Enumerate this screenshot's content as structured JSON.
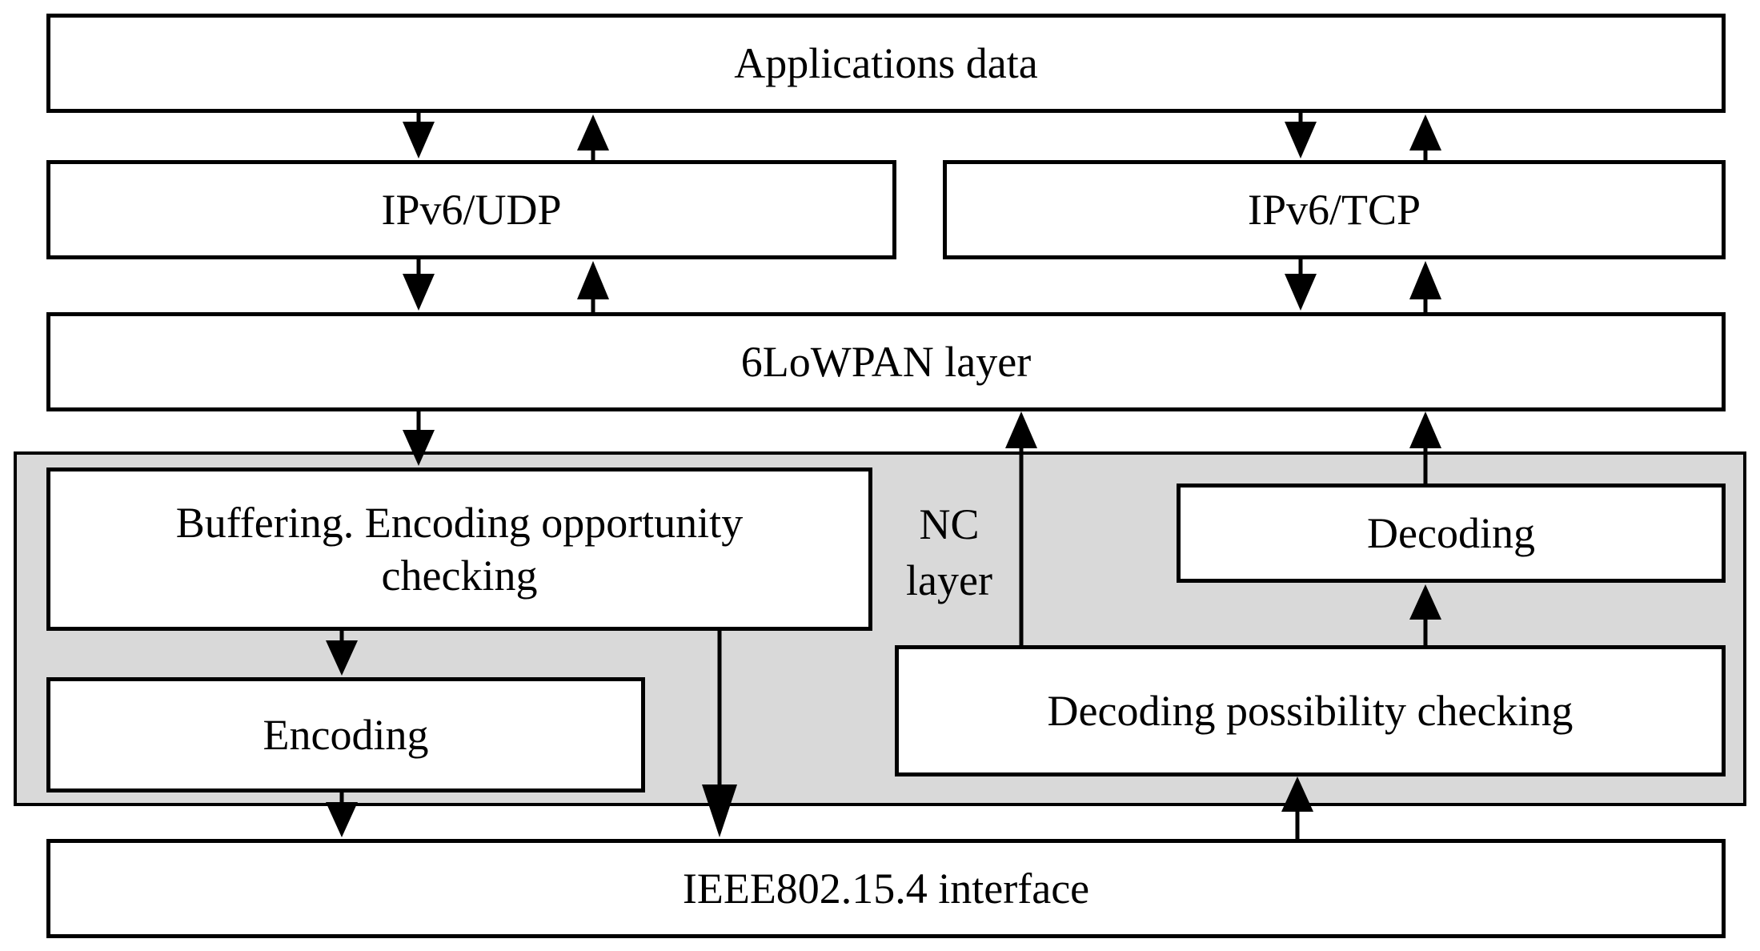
{
  "diagram": {
    "applications": "Applications data",
    "ipv6_udp": "IPv6/UDP",
    "ipv6_tcp": "IPv6/TCP",
    "lowpan": "6LoWPAN layer",
    "nc_layer": "NC\nlayer",
    "buffering": "Buffering. Encoding opportunity checking",
    "encoding": "Encoding",
    "decoding": "Decoding",
    "decoding_check": "Decoding possibility checking",
    "ieee": "IEEE802.15.4 interface"
  },
  "colors": {
    "nc_region_fill": "#d9d9d9",
    "box_fill": "#ffffff",
    "stroke": "#000000"
  }
}
